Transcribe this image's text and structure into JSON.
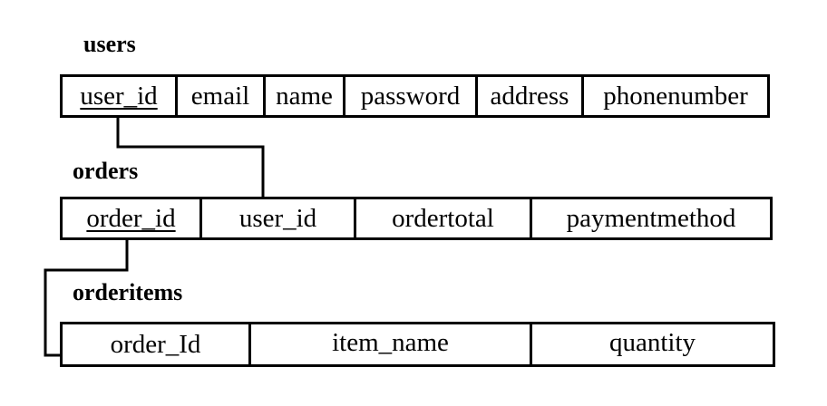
{
  "tables": {
    "users": {
      "title": "users",
      "columns": [
        {
          "label": "user_id",
          "primary_key": true
        },
        {
          "label": "email",
          "primary_key": false
        },
        {
          "label": "name",
          "primary_key": false
        },
        {
          "label": "password",
          "primary_key": false
        },
        {
          "label": "address",
          "primary_key": false
        },
        {
          "label": "phonenumber",
          "primary_key": false
        }
      ]
    },
    "orders": {
      "title": "orders",
      "columns": [
        {
          "label": "order_id",
          "primary_key": true
        },
        {
          "label": "user_id",
          "primary_key": false
        },
        {
          "label": "ordertotal",
          "primary_key": false
        },
        {
          "label": "paymentmethod",
          "primary_key": false
        }
      ]
    },
    "orderitems": {
      "title": "orderitems",
      "columns": [
        {
          "label": "order_Id",
          "primary_key": false
        },
        {
          "label": "item_name",
          "primary_key": false
        },
        {
          "label": "quantity",
          "primary_key": false
        }
      ]
    }
  },
  "relationships": [
    {
      "from": "users.user_id",
      "to": "orders.user_id"
    },
    {
      "from": "orders.order_id",
      "to": "orderitems.order_Id"
    }
  ]
}
